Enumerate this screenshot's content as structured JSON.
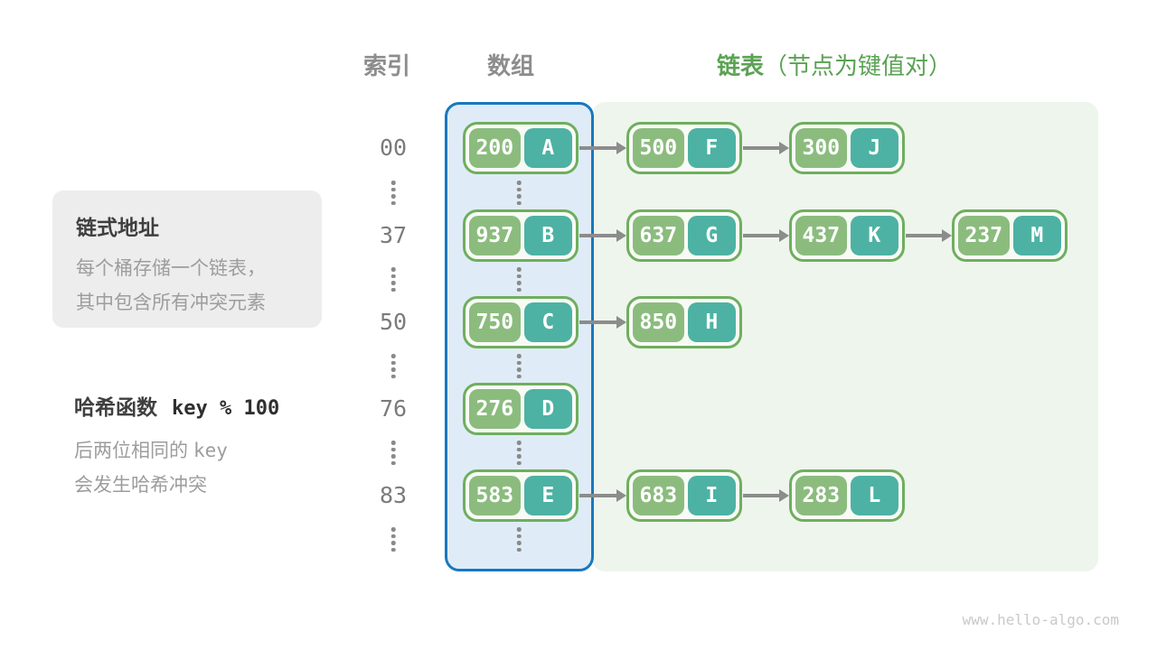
{
  "headers": {
    "index": "索引",
    "array": "数组",
    "list": "链表",
    "list_note": "（节点为键值对）"
  },
  "info_box": {
    "title": "链式地址",
    "line1": "每个桶存储一个链表，",
    "line2": "其中包含所有冲突元素"
  },
  "hash_note": {
    "title": "哈希函数",
    "formula": "key % 100",
    "line1_text": "后两位相同的",
    "line1_code": "key",
    "line2": "会发生哈希冲突"
  },
  "rows": [
    {
      "index": "00",
      "bucket": {
        "key": "200",
        "value": "A"
      },
      "chain": [
        {
          "key": "500",
          "value": "F"
        },
        {
          "key": "300",
          "value": "J"
        }
      ]
    },
    {
      "index": "37",
      "bucket": {
        "key": "937",
        "value": "B"
      },
      "chain": [
        {
          "key": "637",
          "value": "G"
        },
        {
          "key": "437",
          "value": "K"
        },
        {
          "key": "237",
          "value": "M"
        }
      ]
    },
    {
      "index": "50",
      "bucket": {
        "key": "750",
        "value": "C"
      },
      "chain": [
        {
          "key": "850",
          "value": "H"
        }
      ]
    },
    {
      "index": "76",
      "bucket": {
        "key": "276",
        "value": "D"
      },
      "chain": []
    },
    {
      "index": "83",
      "bucket": {
        "key": "583",
        "value": "E"
      },
      "chain": [
        {
          "key": "683",
          "value": "I"
        },
        {
          "key": "283",
          "value": "L"
        }
      ]
    }
  ],
  "footer": {
    "watermark": "www.hello-algo.com"
  },
  "colors": {
    "key_fill": "#8bbc7e",
    "value_fill": "#4db2a3",
    "node_border": "#6fae5e",
    "array_panel_fill": "#dfecf7",
    "array_panel_border": "#1878c0",
    "list_panel_fill": "#eef5ed",
    "list_header_green": "#5ba254",
    "arrow_gray": "#8c8c8c",
    "header_gray": "#8d8d8d",
    "info_box_fill": "#ededed"
  }
}
